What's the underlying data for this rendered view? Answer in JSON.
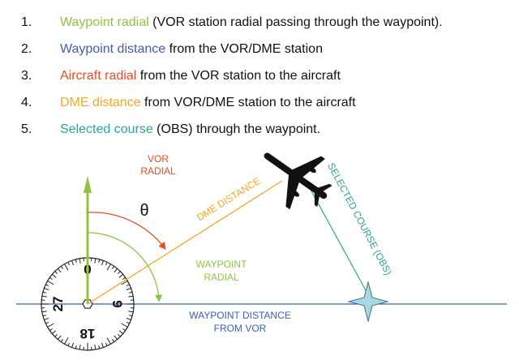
{
  "legend": [
    {
      "number": "1.",
      "term": "Waypoint radial",
      "rest": " (VOR station radial passing through the waypoint).",
      "color": "#8cc63f"
    },
    {
      "number": "2.",
      "term": "Waypoint distance",
      "rest": " from the VOR/DME station",
      "color": "#3a5fb4"
    },
    {
      "number": "3.",
      "term": "Aircraft radial",
      "rest": " from the VOR station to the aircraft",
      "color": "#e84c22"
    },
    {
      "number": "4.",
      "term": "DME distance",
      "rest": " from VOR/DME station to the aircraft",
      "color": "#f5a623"
    },
    {
      "number": "5.",
      "term": "Selected course",
      "rest": " (OBS) through the waypoint.",
      "color": "#2ea39a"
    }
  ],
  "diagram": {
    "vor_radial_label": [
      "VOR",
      "RADIAL"
    ],
    "theta_symbol": "θ",
    "dme_distance_label": "DME DISTANCE",
    "selected_course_label": "SELECTED COURSE (OBS)",
    "waypoint_radial_label": [
      "WAYPOINT",
      "RADIAL"
    ],
    "waypoint_distance_label": [
      "WAYPOINT DISTANCE",
      "FROM VOR"
    ],
    "compass_labels": {
      "north": "0",
      "east": "9",
      "south": "18",
      "west": "27"
    },
    "colors": {
      "vor_radial": "#e84c22",
      "waypoint_radial": "#8cc63f",
      "dme_distance": "#f5a623",
      "selected_course": "#2ea39a",
      "waypoint_distance": "#3a5fb4",
      "north_arrow": "#8cc63f",
      "waypoint_fill": "#a8d8e0",
      "aircraft": "#111111"
    }
  }
}
